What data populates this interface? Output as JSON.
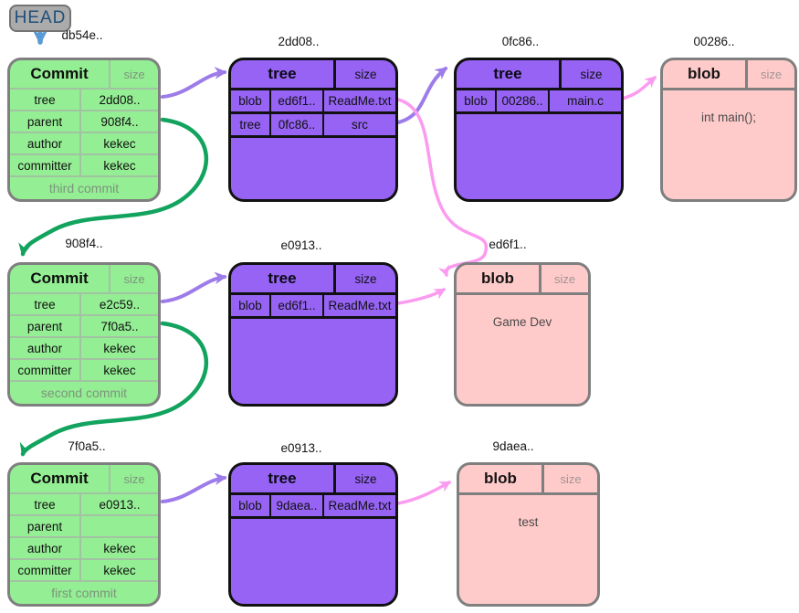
{
  "head": {
    "label": "HEAD"
  },
  "colors": {
    "commit_fill": "#94ee94",
    "commit_border": "#7f7f7f",
    "tree_fill": "#9663f4",
    "tree_border": "#111111",
    "blob_fill": "#ffcbca",
    "blob_border": "#7f7f7f",
    "head_badge_fill": "#ababab",
    "head_text": "#1f4e79",
    "arrow_blue": "#5b9bd5",
    "arrow_purple": "#9d7cea",
    "arrow_green": "#12a45e",
    "arrow_pink": "#fb9bf0",
    "muted_text": "#7d947d"
  },
  "nodes": {
    "commit_third": {
      "hash": "db54e..",
      "title": "Commit",
      "size_label": "size",
      "rows": [
        {
          "key": "tree",
          "value": "2dd08.."
        },
        {
          "key": "parent",
          "value": "908f4.."
        },
        {
          "key": "author",
          "value": "kekec"
        },
        {
          "key": "committer",
          "value": "kekec"
        }
      ],
      "footer": "third commit"
    },
    "commit_second": {
      "hash": "908f4..",
      "title": "Commit",
      "size_label": "size",
      "rows": [
        {
          "key": "tree",
          "value": "e2c59.."
        },
        {
          "key": "parent",
          "value": "7f0a5.."
        },
        {
          "key": "author",
          "value": "kekec"
        },
        {
          "key": "committer",
          "value": "kekec"
        }
      ],
      "footer": "second commit"
    },
    "commit_first": {
      "hash": "7f0a5..",
      "title": "Commit",
      "size_label": "size",
      "rows": [
        {
          "key": "tree",
          "value": "e0913.."
        },
        {
          "key": "parent",
          "value": ""
        },
        {
          "key": "author",
          "value": "kekec"
        },
        {
          "key": "committer",
          "value": "kekec"
        }
      ],
      "footer": "first commit"
    },
    "tree_2dd08": {
      "hash": "2dd08..",
      "title": "tree",
      "size_label": "size",
      "entries": [
        {
          "type": "blob",
          "hash": "ed6f1..",
          "name": "ReadMe.txt"
        },
        {
          "type": "tree",
          "hash": "0fc86..",
          "name": "src"
        }
      ]
    },
    "tree_0fc86": {
      "hash": "0fc86..",
      "title": "tree",
      "size_label": "size",
      "entries": [
        {
          "type": "blob",
          "hash": "00286..",
          "name": "main.c"
        }
      ]
    },
    "tree_e0913_mid": {
      "hash": "e0913..",
      "title": "tree",
      "size_label": "size",
      "entries": [
        {
          "type": "blob",
          "hash": "ed6f1..",
          "name": "ReadMe.txt"
        }
      ]
    },
    "tree_e0913_bottom": {
      "hash": "e0913..",
      "title": "tree",
      "size_label": "size",
      "entries": [
        {
          "type": "blob",
          "hash": "9daea..",
          "name": "ReadMe.txt"
        }
      ]
    },
    "blob_00286": {
      "hash": "00286..",
      "title": "blob",
      "size_label": "size",
      "content": "int main();"
    },
    "blob_ed6f1": {
      "hash": "ed6f1..",
      "title": "blob",
      "size_label": "size",
      "content": "Game Dev"
    },
    "blob_9daea": {
      "hash": "9daea..",
      "title": "blob",
      "size_label": "size",
      "content": "test"
    }
  }
}
